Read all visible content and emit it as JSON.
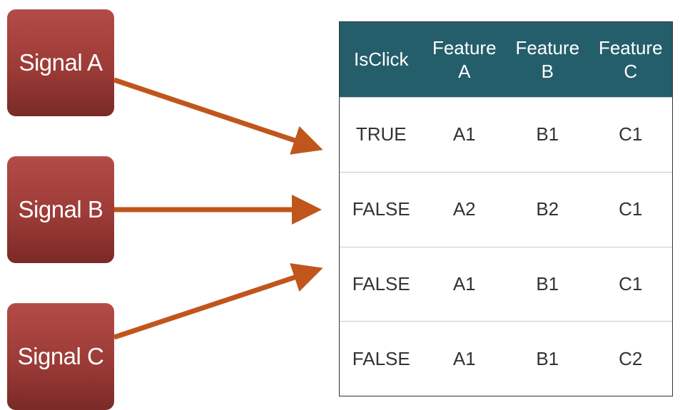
{
  "signals": [
    {
      "label": "Signal A"
    },
    {
      "label": "Signal B"
    },
    {
      "label": "Signal C"
    }
  ],
  "colors": {
    "signal_box": "#9c3b37",
    "arrow": "#c0561b",
    "table_header": "#245e6a",
    "row_divider": "#c8c8c8"
  },
  "table": {
    "headers": [
      "IsClick",
      "Feature\nA",
      "Feature\nB",
      "Feature\nC"
    ],
    "rows": [
      [
        "TRUE",
        "A1",
        "B1",
        "C1"
      ],
      [
        "FALSE",
        "A2",
        "B2",
        "C1"
      ],
      [
        "FALSE",
        "A1",
        "B1",
        "C1"
      ],
      [
        "FALSE",
        "A1",
        "B1",
        "C2"
      ]
    ]
  }
}
